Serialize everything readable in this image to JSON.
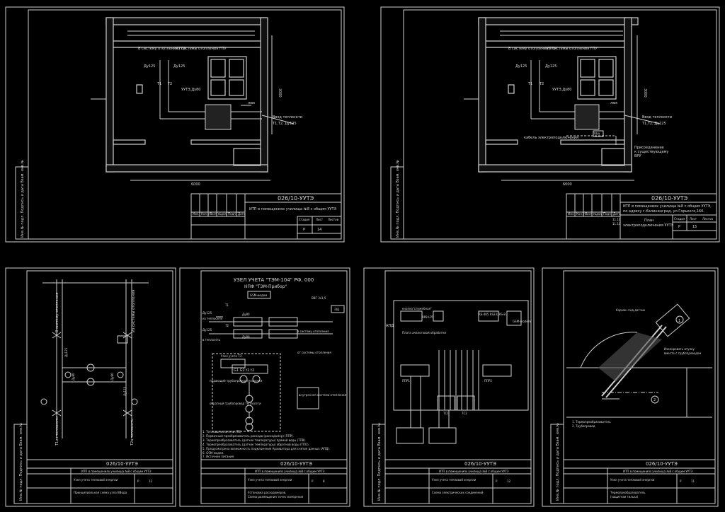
{
  "sheets": {
    "s1": {
      "code": "026/10-УУТЭ",
      "title": "ИТП в помещениях училища №8 с общим УУТЭ",
      "stage": "Р",
      "sheet": "14",
      "stage_h": "Стадия",
      "sheet_h": "Лист",
      "sheets_h": "Листов",
      "side": "Инв.№ подл.  Подпись и дата  Взам. инв.№",
      "cols": [
        "Изм.",
        "Кол.уч.",
        "Лист",
        "№док.",
        "Подп.",
        "Дата"
      ],
      "labels": {
        "to_gvs": "В систему отопления ГПУ",
        "from_gvs": "Из системы отопления ГПУ",
        "du125a": "Ду125",
        "du125b": "Ду125",
        "t1": "Т1",
        "t2": "Т2",
        "uute": "УУТЭ,Ду80",
        "lyuk": "люк",
        "vvod": "Ввод теплосети",
        "vvod2": "Т1,Т2, Ду125",
        "dim_w": "6000",
        "dim_h": "3000"
      }
    },
    "s2": {
      "code": "026/10-УУТЭ",
      "title": "ИТП в помещениях училища №8 с общим УУТЭ,",
      "title2": "по адресу г.Калининград, ул.Горького,166.",
      "subtitle": "План",
      "subtitle2": "электроподключения УУТЭ",
      "stage": "Р",
      "sheet": "15",
      "stage_h": "Стадия",
      "sheet_h": "Лист",
      "sheets_h": "Листов",
      "date1": "11.10",
      "date2": "11.10",
      "side": "Инв.№ подл.  Подпись и дата  Взам. инв.№",
      "cols": [
        "Изм.",
        "Кол.уч.",
        "Лист",
        "№док.",
        "Подп.",
        "Дата"
      ],
      "labels": {
        "to_gvs": "В систему отопления ГПУ",
        "from_gvs": "Из системы отопления ГПУ",
        "du125a": "Ду125",
        "du125b": "Ду125",
        "t1": "Т1",
        "t2": "Т2",
        "uute": "УУТЭ,Ду80",
        "lyuk": "люк",
        "vvod": "Ввод теплосети",
        "vvod2": "Т1,Т2, Ду125",
        "cable": "кабель электроподключения",
        "shch": "Щщ",
        "pris": "Присоединение",
        "pris2": "к существующему",
        "pris3": "ВРУ",
        "dim_w": "6000",
        "dim_h": "3000"
      }
    },
    "s3": {
      "code": "026/10-УУТЭ",
      "title": "ИТП в помещениях училища №8 с общим УУТЭ",
      "name": "Узел учета тепловой энергии",
      "name2": "Принципиальная схема узла ВВода",
      "stage": "Р",
      "sheet": "12",
      "side": "Инв.№ подл.  Подпись и дата  Взам. инв.№",
      "labels": {
        "sys_otop1": "В систему отопления",
        "sys_otop2": "Из системы отопления",
        "tn1": "Т1из теплосети",
        "tn2": "Т2в теплосеть",
        "d125a": "Ду125",
        "d125b": "Ду125",
        "d80a": "Ду80",
        "d80b": "Ду80"
      }
    },
    "s4": {
      "code": "026/10-УУТЭ",
      "title": "ИТП в помещениях училища №8 с общим УУТЭ",
      "name": "Узел учета тепловой энергии",
      "name2": "Установка расходомеров.",
      "name3": "Схема размещения точек измерения",
      "stage": "Р",
      "sheet": "8",
      "header1": "УЗЕЛ УЧЕТА \"ТЭМ-104\" РФ, 000",
      "header2": "НПФ \"ТЭМ-Прибор\"",
      "gsm": "GSM-модем",
      "vvg": "ВВГ 3х1,5",
      "shch": "ЭЩ",
      "t1": "Т1",
      "t2": "Т2",
      "du125a": "Ду125",
      "du125b": "Ду125",
      "du80a": "Ду80",
      "du80b": "Ду80",
      "from_ts": "из теплосети",
      "to_ts": "в теплосеть",
      "to_sys": "в систему отопления",
      "from_sys": "от системы отопления",
      "node": "Узел учета ТЭ",
      "reg": "G1 G2 t1 t2",
      "feed": "подающий трубопровод теплосети",
      "ret": "обратный трубопровод теплосети",
      "inner": "внутренняя система отопления",
      "notes": [
        "1. Тепловычислитель (ТВ)",
        "2. Первичный преобразователь расхода (расходомер) (ППР).",
        "3. Термопреобразователь (датчик температуры) прямой воды (ТПВ).",
        "4. Термопреобразователь (датчик температуры) обратной воды (ТПО).",
        "5. Предусмотрена возможность подключения Архиватора для снятия данных (АПД).",
        "6. GSM-модем.",
        "7. Источник питания"
      ]
    },
    "s5": {
      "code": "026/10-УУТЭ",
      "title": "ИТП в помещениях училища №8 с общим УУТЭ",
      "name": "Узел учета тепловой энергии",
      "name2": "Схема электрических соединений",
      "stage": "Р",
      "sheet": "12",
      "apd": "АПД",
      "knopka": "кнопка\"служебная\"",
      "xp": "XP8 LPT",
      "rs": "RS-485 RS232RS-8",
      "gsm": "GSM-modem",
      "plata": "Плата аналоговой обработки",
      "ppr1": "ППР1",
      "ppr2": "ППР2",
      "ts1": "ТС1",
      "ts2": "ТС2",
      "side": "Инв.№ подл.  Подпись и дата  Взам. инв.№"
    },
    "s6": {
      "code": "026/10-УУТЭ",
      "title": "ИТП в помещениях училища №8 с общим УУТЭ",
      "name": "Узел учета тепловой энергии",
      "name2": "Термопреобразователь",
      "name3": "(защитная гильза)",
      "stage": "Р",
      "sheet": "11",
      "karman": "Карман под датчик",
      "izol": "Изолировать втулку",
      "izol2": "вместе с трубопроводом",
      "notes": [
        "1. Термопреобразователь",
        "2. Трубопровод"
      ],
      "c1": "1",
      "c2": "2",
      "side": "Инв.№ подл.  Подпись и дата  Взам. инв.№"
    }
  }
}
